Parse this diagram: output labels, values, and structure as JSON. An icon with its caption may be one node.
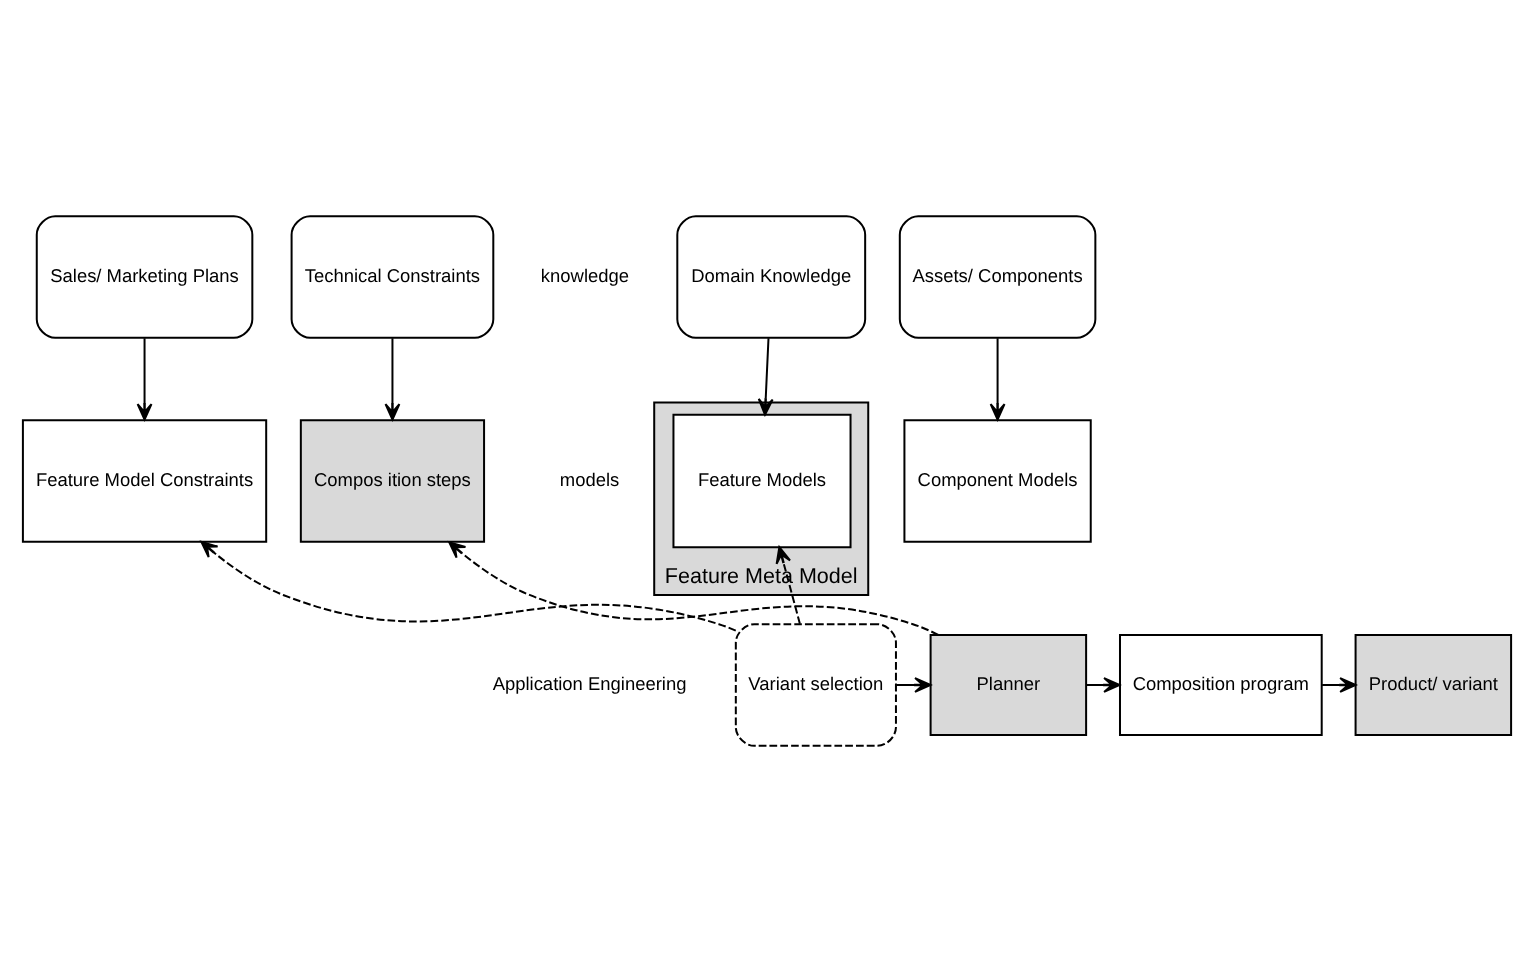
{
  "diagram": {
    "nodes": [
      {
        "text": [
          "Domain Knowledge"
        ]
      },
      {
        "text": [
          "Assets/ Components"
        ]
      },
      {
        "text": [
          "Sales/ Marketing Plans"
        ]
      },
      {
        "text": [
          "Technical Constraints"
        ]
      },
      {
        "text": [
          "Feature Meta Model"
        ]
      },
      {
        "text": [
          "Feature Models"
        ],
        "in": 4
      },
      {
        "text": [
          "Component Models"
        ]
      },
      {
        "text": [
          "Compos ition steps"
        ]
      },
      {
        "text": [
          "Feature Model Constraints"
        ]
      },
      {
        "text": [
          "Variant selection"
        ]
      },
      {
        "text": [
          "Planner"
        ]
      },
      {
        "text": [
          "Composition program"
        ]
      },
      {
        "text": [
          "Product/ variant"
        ]
      }
    ],
    "edges": [
      {
        "from": 0,
        "to": 5,
        "arrow": "to"
      },
      {
        "from": 1,
        "to": 6,
        "arrow": "to"
      },
      {
        "from": 2,
        "to": 8,
        "arrow": "to"
      },
      {
        "from": 3,
        "to": 7,
        "arrow": "to"
      },
      {
        "from": 9,
        "to": 5,
        "arrow": "to",
        "style": "dashed"
      },
      {
        "from": 9,
        "to": 8,
        "arrow": "to",
        "style": "dashed"
      },
      {
        "from": 10,
        "to": 7,
        "arrow": "to",
        "style": "dashed"
      },
      {
        "from": 9,
        "to": 10,
        "arrow": "to"
      },
      {
        "from": 10,
        "to": 11,
        "arrow": "to"
      },
      {
        "from": 11,
        "to": 12,
        "arrow": "to"
      }
    ],
    "labels": [
      "knowledge",
      "models",
      "Application Engineering"
    ]
  }
}
